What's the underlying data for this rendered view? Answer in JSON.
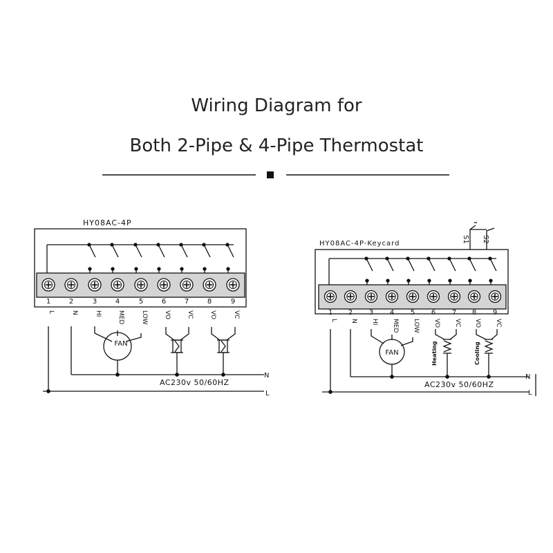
{
  "title": {
    "line1": "Wiring Diagram for",
    "line2": "Both 2-Pipe & 4-Pipe Thermostat"
  },
  "left_panel": {
    "model": "HY08AC-4P",
    "terminals": [
      "1",
      "2",
      "3",
      "4",
      "5",
      "6",
      "7",
      "8",
      "9"
    ],
    "terminal_labels": [
      "L",
      "N",
      "HI",
      "MED",
      "LOW",
      "VO",
      "VC",
      "VO",
      "VC"
    ],
    "fan": "FAN",
    "supply": "AC230v  50/60HZ",
    "line_n": "N",
    "line_l": "L"
  },
  "right_panel": {
    "model": "HY08AC-4P-Keycard",
    "switch_1": "S1",
    "switch_2": "S2",
    "terminals": [
      "1",
      "2",
      "3",
      "4",
      "5",
      "6",
      "7",
      "8",
      "9"
    ],
    "terminal_labels": [
      "L",
      "N",
      "HI",
      "MED",
      "LOW",
      "VO",
      "VC",
      "VO",
      "VC"
    ],
    "fan": "FAN",
    "heating": "Heating",
    "cooling": "Cooling",
    "supply": "AC230v  50/60HZ",
    "line_n": "N",
    "line_l": "L"
  },
  "colors": {
    "line": "#111111",
    "text": "#222222"
  }
}
